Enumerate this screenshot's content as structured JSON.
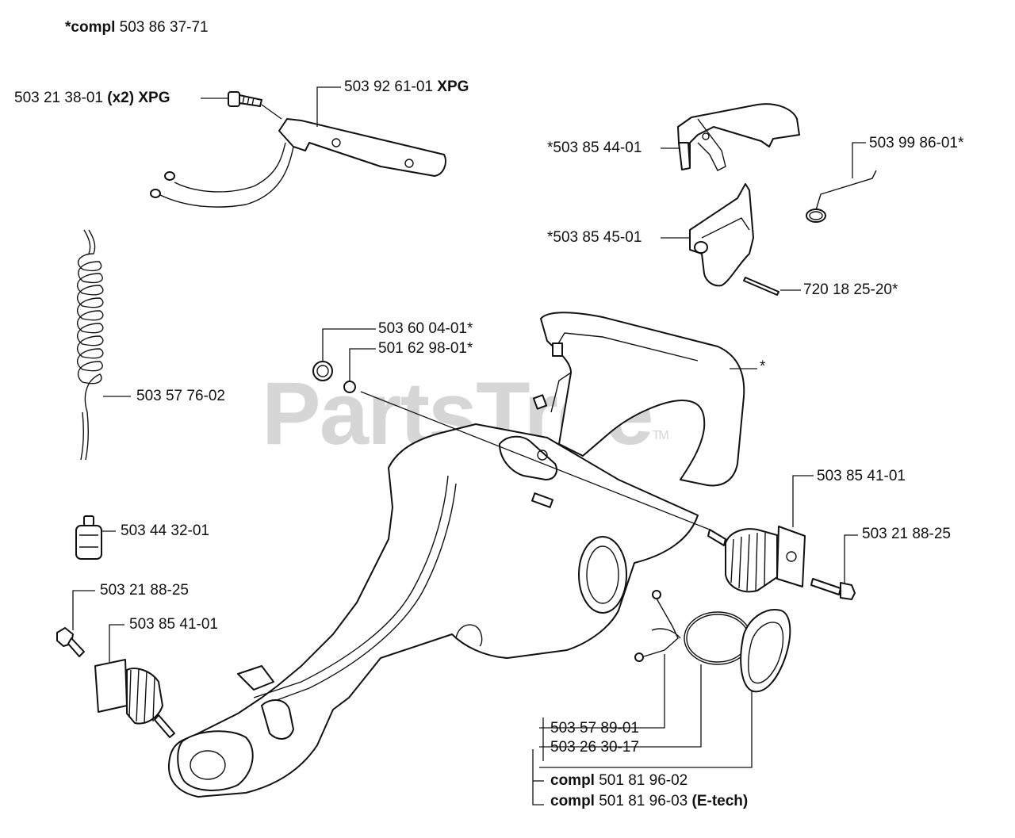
{
  "watermark": {
    "text": "PartsTree",
    "mark": "TM"
  },
  "header": {
    "prefix": "*compl",
    "number": "503 86 37-71"
  },
  "labels": {
    "screw_xpg": {
      "number": "503 21 38-01",
      "qty": "(x2)",
      "suffix": "XPG"
    },
    "bracket_xpg": {
      "number": "503 92 61-01",
      "suffix": "XPG"
    },
    "throttle_lever": "*503 85 44-01",
    "spring": "503 99 86-01*",
    "throttle_lockout": "*503 85 45-01",
    "pin": "720 18 25-20*",
    "plug_a": "503 60 04-01*",
    "plug_b": "501 62 98-01*",
    "tank_star": "*",
    "fuel_hose": "503 57 76-02",
    "fuel_filter": "503 44 32-01",
    "av_spring_right": "503 85 41-01",
    "av_screw_right": "503 21 88-25",
    "av_screw_left": "503 21 88-25",
    "av_spring_left": "503 85 41-01",
    "retainer": "503 57 89-01",
    "oring": "503 26 30-17",
    "cap_compl_1": {
      "prefix": "compl",
      "number": "501 81 96-02"
    },
    "cap_compl_2": {
      "prefix": "compl",
      "number": "501 81 96-03",
      "suffix": "(E-tech)"
    }
  }
}
